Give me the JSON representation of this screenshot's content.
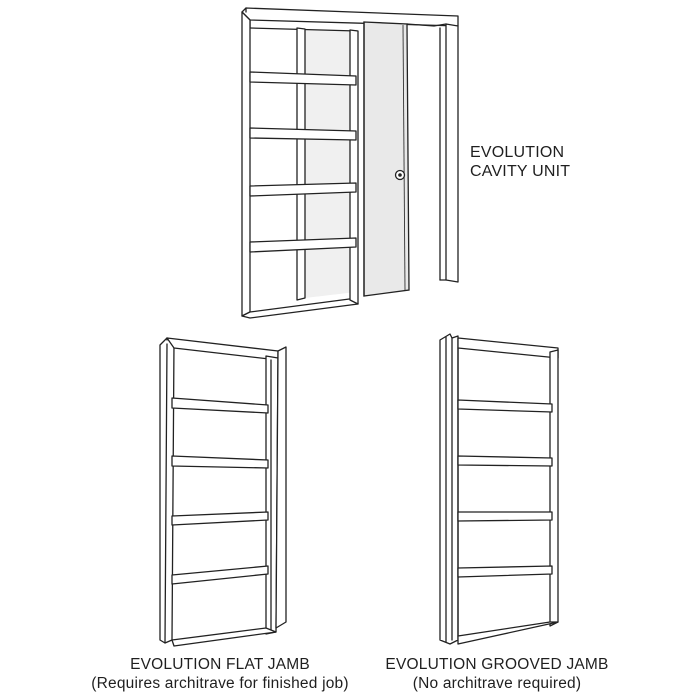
{
  "cavity_unit": {
    "title_line1": "EVOLUTION",
    "title_line2": "CAVITY UNIT"
  },
  "flat_jamb": {
    "title": "EVOLUTION FLAT JAMB",
    "note": "(Requires architrave for finished job)"
  },
  "grooved_jamb": {
    "title": "EVOLUTION GROOVED JAMB",
    "note": "(No architrave required)"
  },
  "colors": {
    "line": "#222222",
    "door_fill": "#e9e9e9",
    "panel_shade": "#f2f2f2",
    "background": "#ffffff"
  }
}
